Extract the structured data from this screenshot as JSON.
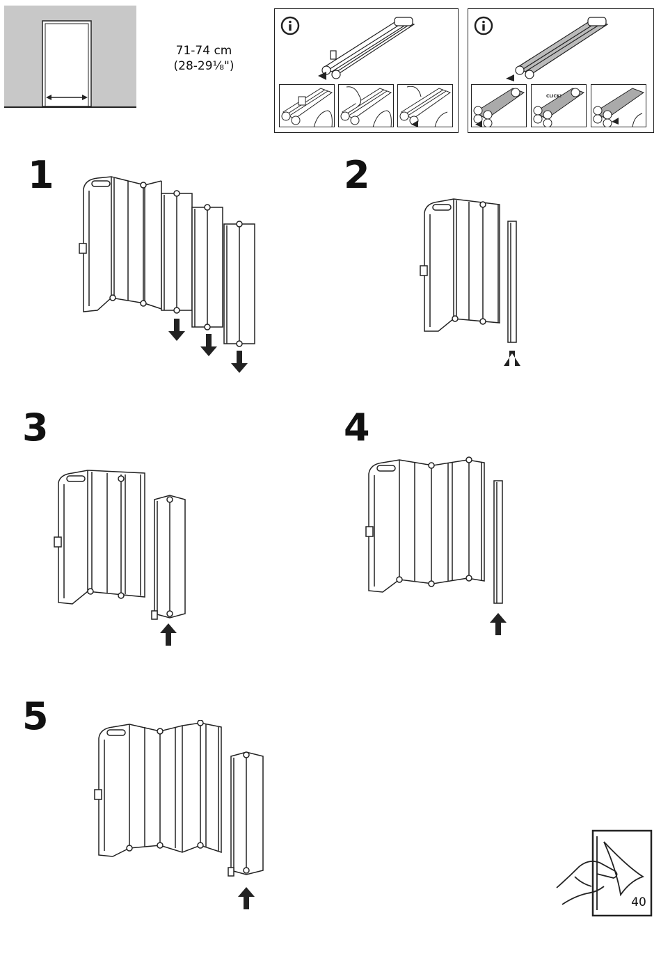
{
  "measurement": {
    "metric": "71-74 cm",
    "imperial": "(28-29⅛\")"
  },
  "info_panels": [
    {
      "icon": "info-icon",
      "click_label": ""
    },
    {
      "icon": "info-icon",
      "click_label": "CLICK!"
    }
  ],
  "steps": [
    {
      "number": "1"
    },
    {
      "number": "2"
    },
    {
      "number": "3"
    },
    {
      "number": "4"
    },
    {
      "number": "5"
    }
  ],
  "page": {
    "number": "40",
    "turn_icon": "page-turn-icon"
  },
  "colors": {
    "line": "#222222",
    "wall": "#c8c8c8",
    "bg": "#ffffff"
  }
}
